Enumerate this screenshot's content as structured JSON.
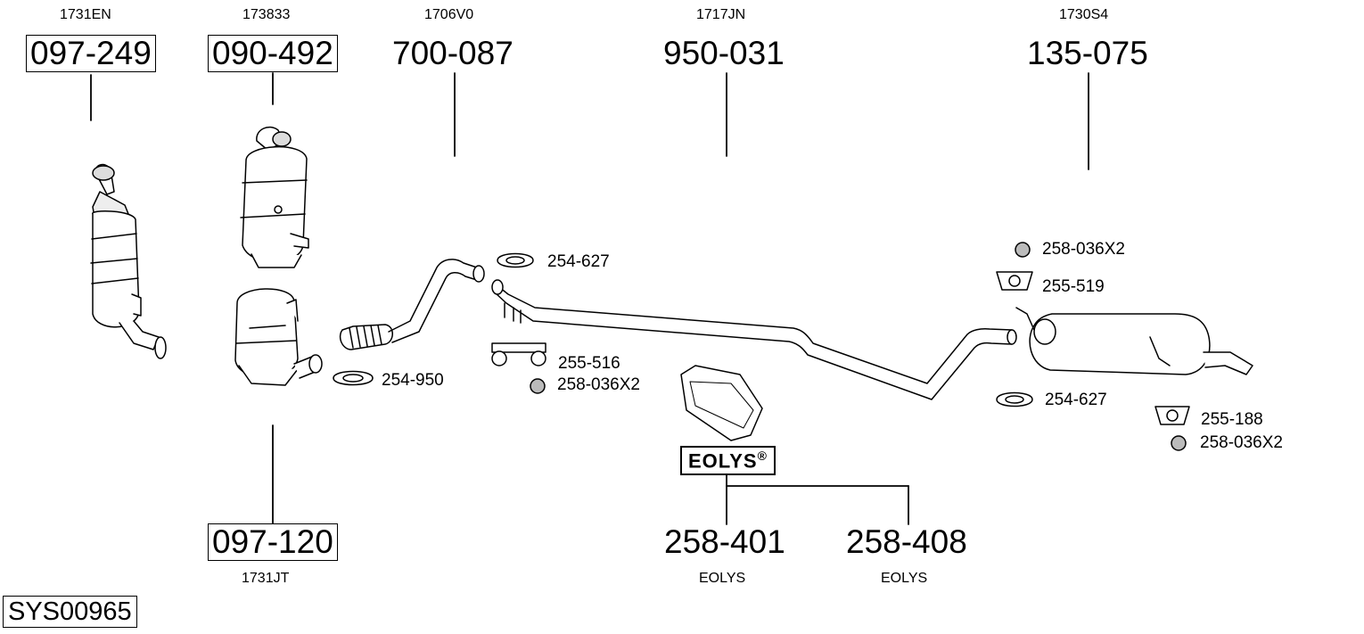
{
  "system_id": "SYS00965",
  "parts": [
    {
      "key": "cat1",
      "number": "097-249",
      "oe": "1731EN",
      "boxed": true
    },
    {
      "key": "cat2",
      "number": "090-492",
      "oe": "173833",
      "boxed": true
    },
    {
      "key": "front_pipe",
      "number": "700-087",
      "oe": "1706V0",
      "boxed": false
    },
    {
      "key": "centre_pipe",
      "number": "950-031",
      "oe": "1717JN",
      "boxed": false
    },
    {
      "key": "rear_silencer",
      "number": "135-075",
      "oe": "1730S4",
      "boxed": false
    },
    {
      "key": "dpf",
      "number": "097-120",
      "oe": "1731JT",
      "boxed": true
    },
    {
      "key": "eolys1",
      "number": "258-401",
      "oe": "EOLYS",
      "boxed": false
    },
    {
      "key": "eolys2",
      "number": "258-408",
      "oe": "EOLYS",
      "boxed": false
    }
  ],
  "accessories": {
    "clamp_front": "254-627",
    "clamp_dpf": "254-950",
    "bracket_front": "255-516",
    "nut_front": "258-036X2",
    "nut_rear_top": "258-036X2",
    "mount_rear_top": "255-519",
    "clamp_rear": "254-627",
    "mount_rear_right": "255-188",
    "nut_rear_right": "258-036X2"
  },
  "eolys_badge": {
    "text": "EOLYS",
    "mark": "®"
  }
}
